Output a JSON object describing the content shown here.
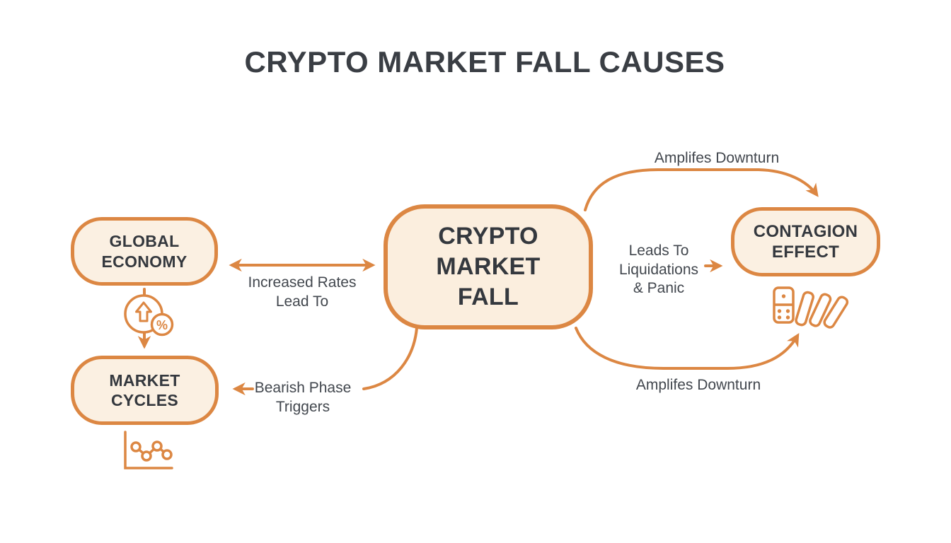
{
  "title": "CRYPTO MARKET FALL CAUSES",
  "colors": {
    "accent_orange": "#DC8743",
    "node_fill": "#FBF0E2",
    "center_node_fill": "#FBEEDE",
    "node_text": "#34383E",
    "edge_label_text": "#42474E",
    "title_text": "#3A3E44",
    "background": "#FFFFFF"
  },
  "nodes": {
    "crypto_market_fall": {
      "label": "CRYPTO\nMARKET\nFALL"
    },
    "global_economy": {
      "label": "GLOBAL\nECONOMY"
    },
    "market_cycles": {
      "label": "MARKET\nCYCLES"
    },
    "contagion_effect": {
      "label": "CONTAGION\nEFFECT"
    }
  },
  "edges": {
    "global_to_center": {
      "label": "Increased Rates\nLead To",
      "style": "double-headed-straight"
    },
    "center_to_cycles": {
      "label": "Bearish Phase\nTriggers",
      "style": "curved"
    },
    "center_to_contagion_top": {
      "label": "Amplifes Downturn",
      "style": "curved"
    },
    "center_to_contagion_mid": {
      "label": "Leads To\nLiquidations\n& Panic",
      "style": "straight"
    },
    "center_to_contagion_bottom": {
      "label": "Amplifes Downturn",
      "style": "curved"
    },
    "global_to_cycles": {
      "label": "",
      "style": "straight-down"
    }
  },
  "icons": {
    "rate_increase": "rate-increase-icon",
    "percent_symbol": "%",
    "market_chart": "market-chart-icon",
    "dominoes": "dominoes-icon"
  }
}
